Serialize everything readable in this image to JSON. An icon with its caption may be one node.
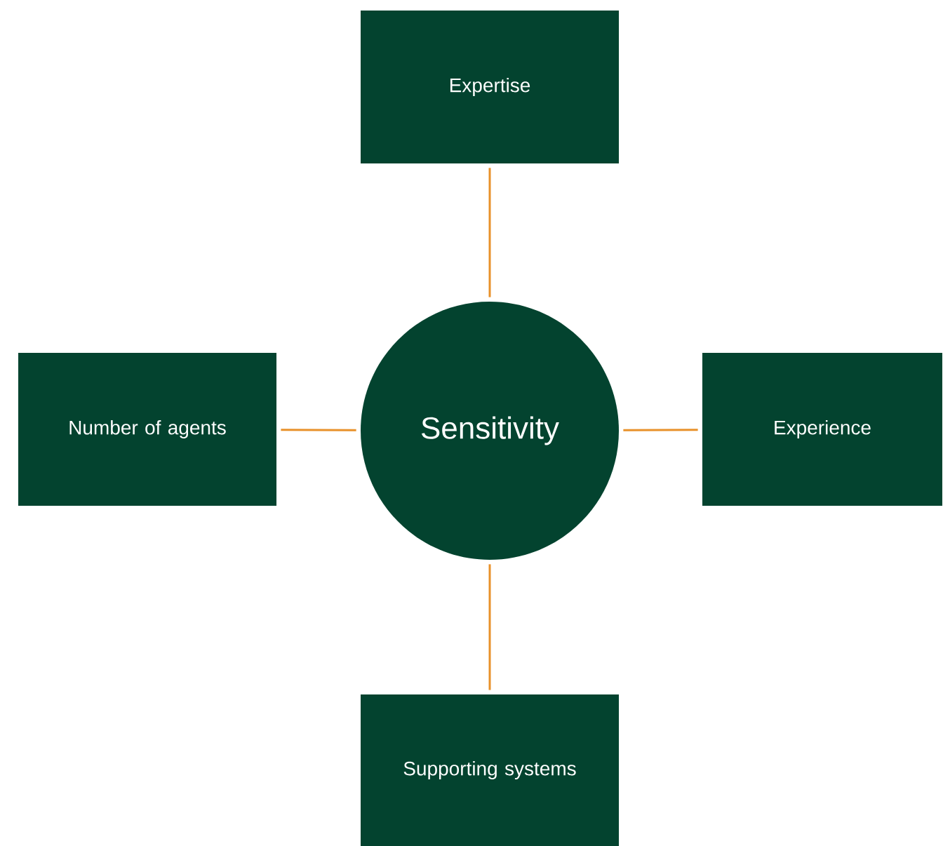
{
  "diagram": {
    "nodes": [
      {
        "text": [
          "Expertise"
        ]
      },
      {
        "text": [
          "Number of agents"
        ]
      },
      {
        "text": [
          "Sensitivity"
        ]
      },
      {
        "text": [
          "Experience"
        ]
      },
      {
        "text": [
          "Supporting systems"
        ]
      }
    ],
    "edges": [
      {
        "from": 2,
        "to": 0,
        "arrow": "none"
      },
      {
        "from": 2,
        "to": 1,
        "arrow": "none"
      },
      {
        "from": 2,
        "to": 3,
        "arrow": "none"
      },
      {
        "from": 2,
        "to": 4,
        "arrow": "none"
      }
    ]
  }
}
